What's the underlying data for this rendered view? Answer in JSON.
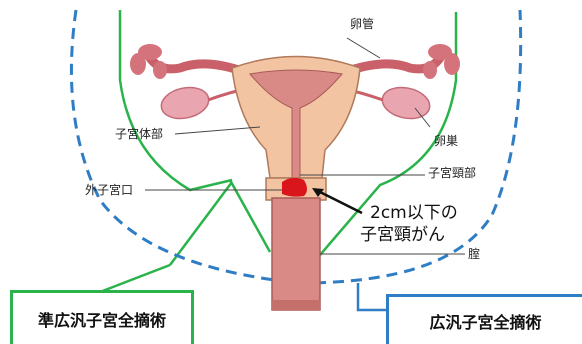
{
  "labels": {
    "fallopian_tube": "卵管",
    "uterine_body": "子宮体部",
    "ovary": "卵巣",
    "cervix": "子宮頸部",
    "external_os": "外子宮口",
    "vagina": "腟",
    "cancer_line1": "2cm以下の",
    "cancer_line2": "子宮頸がん"
  },
  "boxes": {
    "semi_radical": "準広汎子宮全摘術",
    "radical": "広汎子宮全摘術"
  },
  "colors": {
    "green": "#2bb34b",
    "blue": "#2f7dc4",
    "uterus": "#f2c4a2",
    "inner": "#d98a86",
    "ovary": "#eaa6b0",
    "tumor": "#d9161c"
  }
}
